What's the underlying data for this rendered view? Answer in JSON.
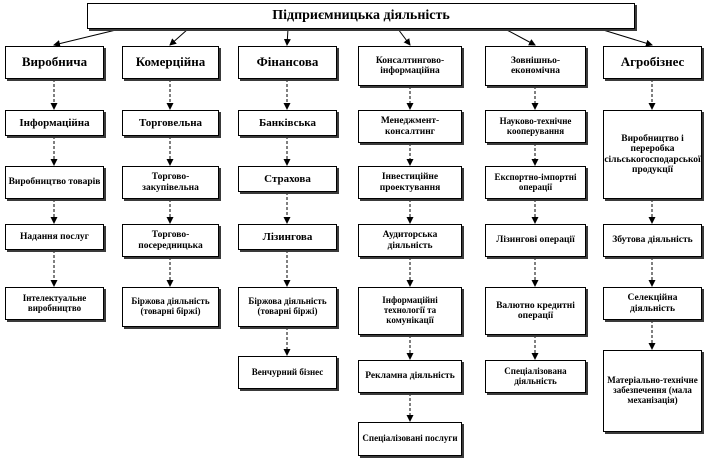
{
  "root": {
    "label": "Підприємницька діяльність"
  },
  "columns": [
    {
      "category": "Виробнича",
      "items": [
        "Інформаційна",
        "Виробництво товарів",
        "Надання послуг",
        "Інтелектуальне виробництво"
      ]
    },
    {
      "category": "Комерційна",
      "items": [
        "Торговельна",
        "Торгово-закупівельна",
        "Торгово-посередницька",
        "Біржова діяльність (товарні біржі)"
      ]
    },
    {
      "category": "Фінансова",
      "items": [
        "Банківська",
        "Страхова",
        "Лізингова",
        "Біржова діяльність (товарні біржі)",
        "Венчурний бізнес"
      ]
    },
    {
      "category": "Консалтингово-інформаційна",
      "items": [
        "Менеджмент-консалтинг",
        "Інвестиційне проектування",
        "Аудиторська діяльність",
        "Інформаційні технології та комунікації",
        "Рекламна діяльність",
        "Спеціалізовані послуги"
      ]
    },
    {
      "category": "Зовнішньо-економічна",
      "items": [
        "Науково-технічне кооперування",
        "Експортно-імпортні операції",
        "Лізингові операції",
        "Валютно кредитні операції",
        "Спеціалізована діяльність"
      ]
    },
    {
      "category": "Агробізнес",
      "items": [
        "Виробництво і переробка сільськогосподарської продукції",
        "Збутова діяльність",
        "Селекційна діяльність",
        "Матеріально-технічне забезпечення (мала механізація)"
      ]
    }
  ]
}
